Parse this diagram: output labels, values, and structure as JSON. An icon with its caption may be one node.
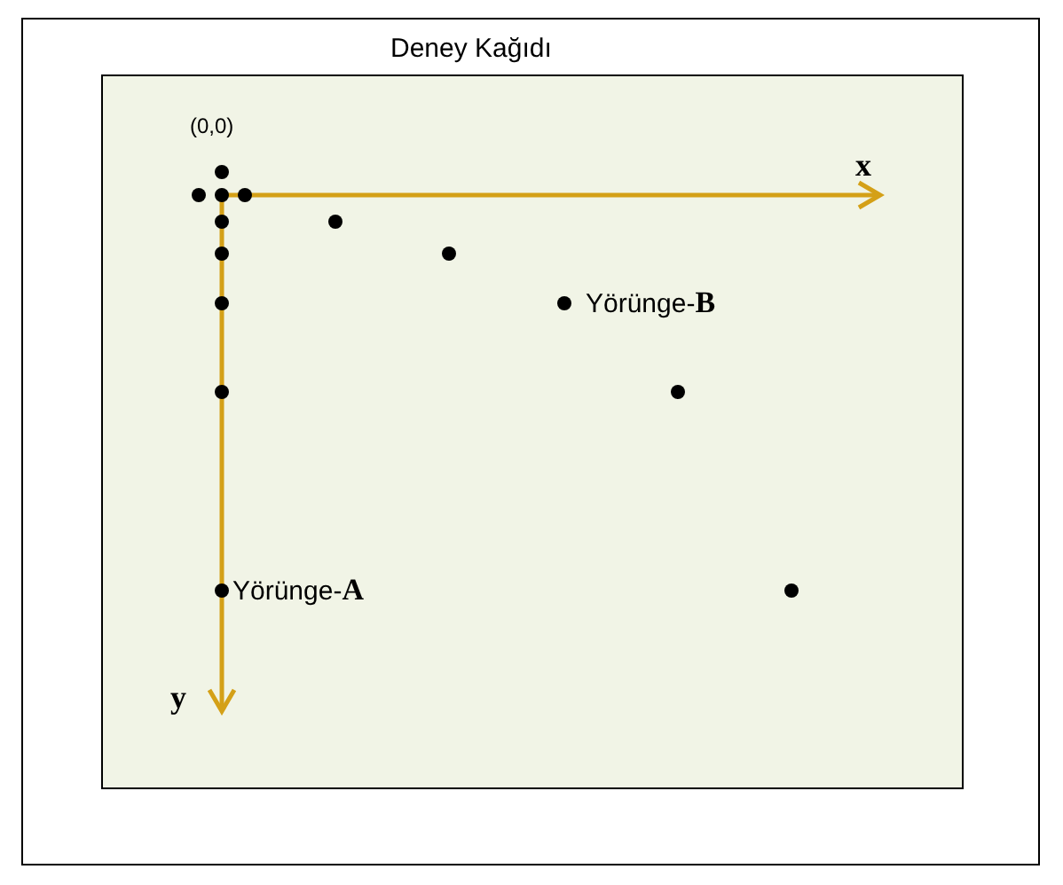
{
  "diagram": {
    "title": "Deney Kağıdı",
    "labels": [
      "(0,0)",
      "x",
      "Yörünge-**B**",
      "Yörünge-**A**",
      "y"
    ]
  }
}
